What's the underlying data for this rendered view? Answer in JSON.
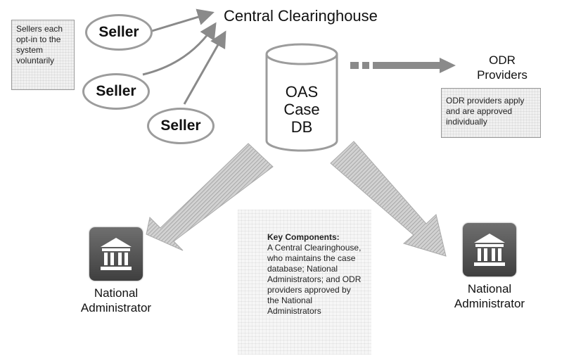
{
  "title": "Central Clearinghouse",
  "sellers_note": "Sellers each opt-in to the system voluntarily",
  "sellers": [
    "Seller",
    "Seller",
    "Seller"
  ],
  "database": {
    "line1": "OAS",
    "line2": "Case",
    "line3": "DB"
  },
  "odr": {
    "label_line1": "ODR",
    "label_line2": "Providers",
    "note": "ODR providers apply and are approved individually"
  },
  "administrators": [
    {
      "line1": "National",
      "line2": "Administrator"
    },
    {
      "line1": "National",
      "line2": "Administrator"
    }
  ],
  "key_components": {
    "heading": "Key Components:",
    "text": "A Central Clearinghouse, who maintains the case database; National Administrators; and ODR providers approved by the National Administrators"
  },
  "icons": [
    "bank-building-icon",
    "database-icon",
    "arrow-icon"
  ],
  "colors": {
    "arrow_fill": "#b8b8b8",
    "outline": "#9c9c9c",
    "icon_bg": "#5a5a5a"
  }
}
